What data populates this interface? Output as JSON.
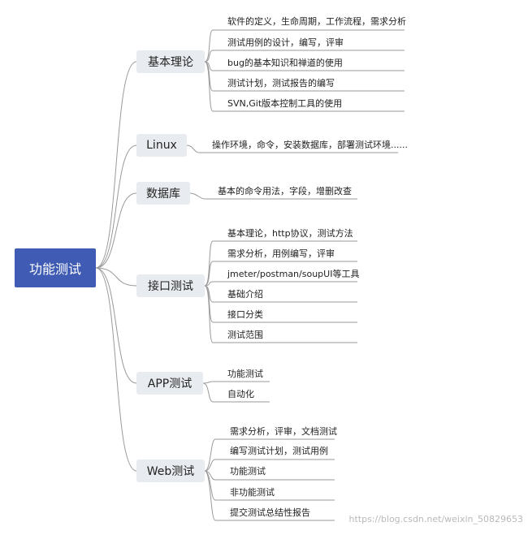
{
  "root": {
    "label": "功能测试"
  },
  "branches": [
    {
      "label": "基本理论",
      "leaves": [
        "软件的定义，生命周期，工作流程，需求分析",
        "测试用例的设计，编写，评审",
        "bug的基本知识和禅道的使用",
        "测试计划，测试报告的编写",
        "SVN,Git版本控制工具的使用"
      ]
    },
    {
      "label": "Linux",
      "leaves": [
        "操作环境，命令，安装数据库，部署测试环境......"
      ]
    },
    {
      "label": "数据库",
      "leaves": [
        "基本的命令用法，字段，增删改查"
      ]
    },
    {
      "label": "接口测试",
      "leaves": [
        "基本理论，http协议，测试方法",
        "需求分析，用例编写，评审",
        "jmeter/postman/soupUI等工具",
        "基础介绍",
        "接口分类",
        "测试范围"
      ]
    },
    {
      "label": "APP测试",
      "leaves": [
        "功能测试",
        "自动化"
      ]
    },
    {
      "label": "Web测试",
      "leaves": [
        "需求分析，评审，文档测试",
        "编写测试计划，测试用例",
        "功能测试",
        "非功能测试",
        "提交测试总结性报告"
      ]
    }
  ],
  "watermark": "https://blog.csdn.net/weixin_50829653"
}
